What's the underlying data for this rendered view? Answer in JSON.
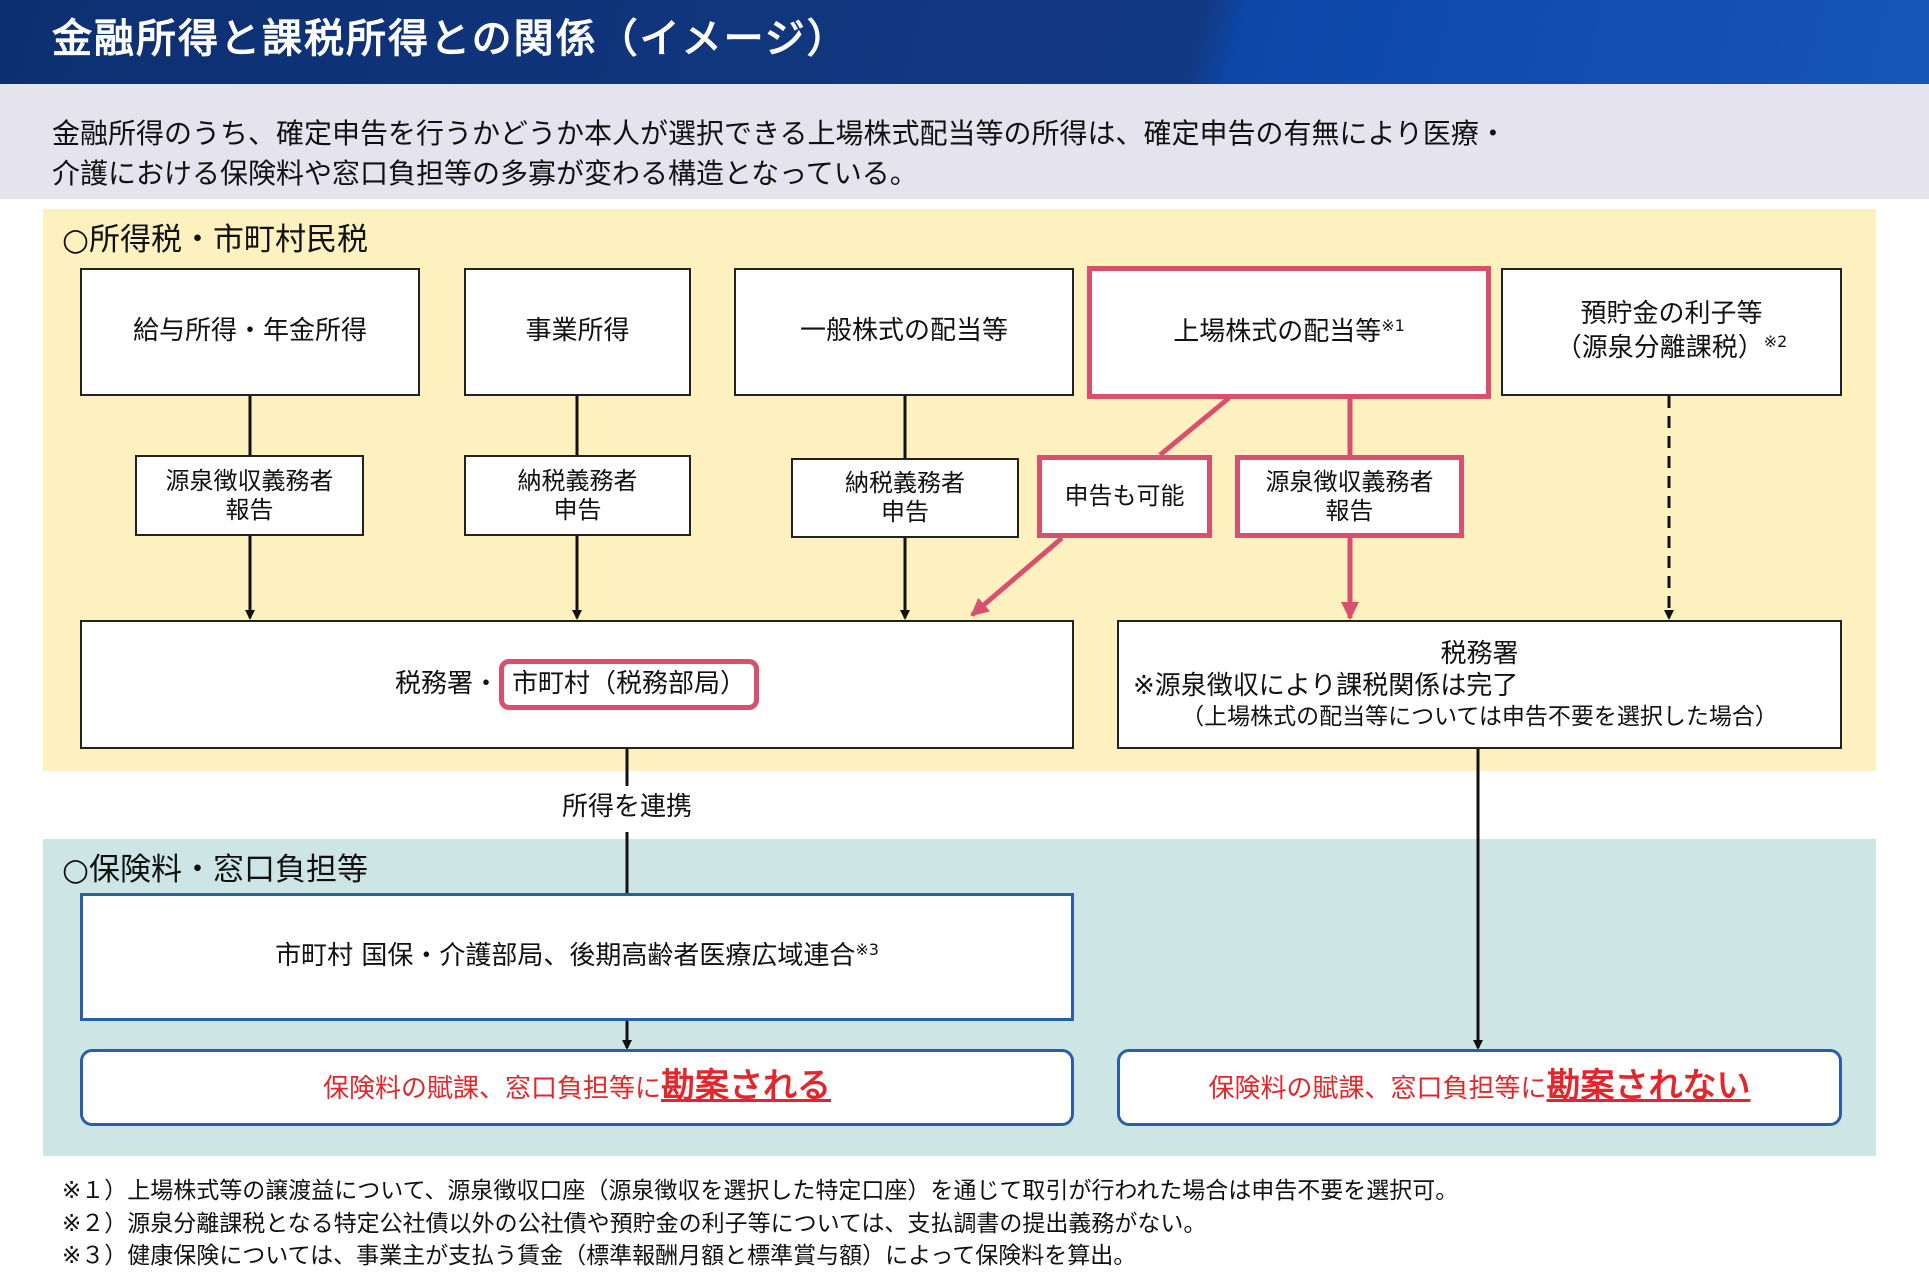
{
  "title": "金融所得と課税所得との関係（イメージ）",
  "intro": [
    "金融所得のうち、確定申告を行うかどうか本人が選択できる上場株式配当等の所得は、確定申告の有無により医療・",
    "介護における保険料や窓口負担等の多寡が変わる構造となっている。"
  ],
  "tax_section": {
    "label": "○所得税・市町村民税",
    "sources": [
      {
        "label": "給与所得・年金所得"
      },
      {
        "label": "事業所得"
      },
      {
        "label": "一般株式の配当等"
      },
      {
        "label": "上場株式の配当等",
        "note": "※1"
      },
      {
        "label": "預貯金の利子等",
        "label2": "（源泉分離課税）",
        "note": "※2"
      }
    ],
    "procedures": [
      {
        "line1": "源泉徴収義務者",
        "line2": "報告"
      },
      {
        "line1": "納税義務者",
        "line2": "申告"
      },
      {
        "line1": "納税義務者",
        "line2": "申告"
      },
      {
        "line1": "申告も可能"
      },
      {
        "line1": "源泉徴収義務者",
        "line2": "報告"
      }
    ],
    "office_left": {
      "prefix": "税務署・",
      "highlight": "市町村（税務部局）"
    },
    "office_right": {
      "line1": "税務署",
      "line2": "※源泉徴収により課税関係は完了",
      "line3": "（上場株式の配当等については申告不要を選択した場合）"
    },
    "link_label": "所得を連携"
  },
  "insurance_section": {
    "label": "○保険料・窓口負担等",
    "agency": "市町村 国保・介護部局、後期高齢者医療広域連合",
    "agency_note": "※3",
    "result_left": {
      "prefix": "保険料の賦課、窓口負担等に",
      "emph": "勘案される"
    },
    "result_right": {
      "prefix": "保険料の賦課、窓口負担等に",
      "emph": "勘案されない"
    }
  },
  "footnotes": [
    "※１）上場株式等の譲渡益について、源泉徴収口座（源泉徴収を選択した特定口座）を通じて取引が行われた場合は申告不要を選択可。",
    "※２）源泉分離課税となる特定公社債以外の公社債や預貯金の利子等については、支払調書の提出義務がない。",
    "※３）健康保険については、事業主が支払う賃金（標準報酬月額と標準賞与額）によって保険料を算出。"
  ],
  "colors": {
    "header": "#123a84",
    "highlight_border": "#d9506f",
    "blue_border": "#2b5ea7",
    "emphasis_text": "#e3262b",
    "tax_bg": "#fdf2bf",
    "insurance_bg": "#cde6e5"
  }
}
